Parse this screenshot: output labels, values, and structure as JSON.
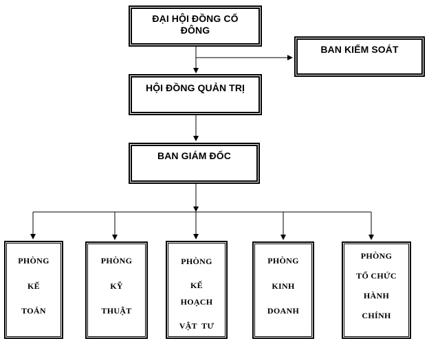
{
  "chart": {
    "top": {
      "name_line1": "ĐẠI HỘI ĐỒNG CỔ",
      "name_line2": "ĐÔNG"
    },
    "supervisory": {
      "name": "BAN KIỂM SOÁT"
    },
    "board": {
      "name": "HỘI ĐỒNG QUẢN TRỊ"
    },
    "directors": {
      "name": "BAN GIÁM ĐỐC"
    },
    "departments": [
      {
        "lines": [
          "PHÒNG",
          "KẾ",
          "TOÁN"
        ]
      },
      {
        "lines": [
          "PHÒNG",
          "KỸ",
          "THUẬT"
        ]
      },
      {
        "lines": [
          "PHÒNG",
          "KẾ",
          "HOẠCH",
          "VẬT  TƯ"
        ]
      },
      {
        "lines": [
          "PHÒNG",
          "KINH",
          "DOANH"
        ]
      },
      {
        "lines": [
          "PHÒNG",
          "TỔ CHỨC",
          "HÀNH",
          "CHÍNH"
        ]
      }
    ]
  }
}
